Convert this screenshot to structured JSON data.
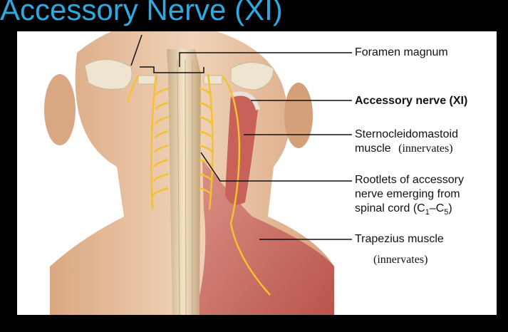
{
  "title": "Accessory Nerve (XI)",
  "labels": {
    "foramen": "Foramen magnum",
    "accessory": "Accessory nerve (XI)",
    "scm_1": "Sternocleidomastoid",
    "scm_2": "muscle",
    "scm_note": "(innervates)",
    "root_1": "Rootlets of accessory",
    "root_2": "nerve emerging from",
    "root_3a": "spinal cord (C",
    "root_sub1": "1",
    "root_dash": "–C",
    "root_sub5": "5",
    "root_close": ")",
    "trap": "Trapezius muscle",
    "trap_note": "(innervates)"
  },
  "colors": {
    "title": "#2ea9e0",
    "nerve": "#f2c230",
    "skin": "#e9c6a8",
    "muscle": "#c8615a",
    "bone": "#efe4cf"
  }
}
